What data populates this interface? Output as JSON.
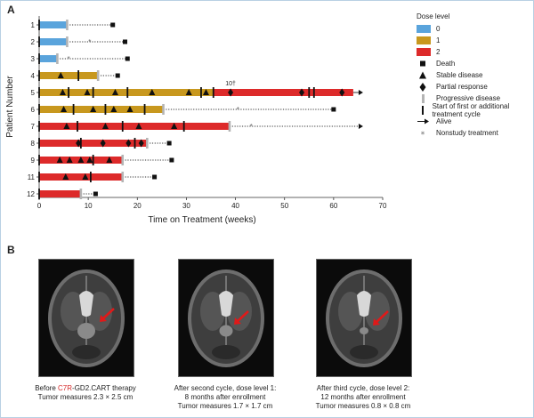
{
  "panels": {
    "a_label": "A",
    "b_label": "B"
  },
  "colors": {
    "level0": "#5aa4dc",
    "level1": "#c8981e",
    "level2": "#dd2a2a",
    "marker": "#111111",
    "pd": "#b4b4b4",
    "arrow": "#e01919"
  },
  "legend": {
    "title": "Dose level",
    "items": [
      {
        "label": "0",
        "sym": "swatch",
        "color": "#5aa4dc"
      },
      {
        "label": "1",
        "sym": "swatch",
        "color": "#c8981e"
      },
      {
        "label": "2",
        "sym": "swatch",
        "color": "#dd2a2a"
      },
      {
        "label": "Death",
        "sym": "square"
      },
      {
        "label": "Stable disease",
        "sym": "triangle"
      },
      {
        "label": "Partial response",
        "sym": "diamond"
      },
      {
        "label": "Progressive disease",
        "sym": "greybar"
      },
      {
        "label": "Start of first or additional treatment cycle",
        "sym": "blackbar"
      },
      {
        "label": "Alive",
        "sym": "arrow"
      },
      {
        "label": "Nonstudy treatment",
        "sym": "star"
      }
    ]
  },
  "chart_data": {
    "type": "swimmer",
    "xlabel": "Time on Treatment (weeks)",
    "ylabel": "Patient Number",
    "xlim": [
      0,
      70
    ],
    "xticks": [
      0,
      10,
      20,
      30,
      40,
      50,
      60,
      70
    ],
    "annotation": {
      "patient": 5,
      "x": 39,
      "text": "10†"
    },
    "patients": [
      {
        "id": "1",
        "segments": [
          {
            "level": 0,
            "start": 0,
            "end": 5.7
          }
        ],
        "cycles": [
          0
        ],
        "sd": [],
        "pr": [],
        "pd": [
          5.7
        ],
        "dotted_to": 15,
        "star": [],
        "death": 15,
        "alive": false
      },
      {
        "id": "2",
        "segments": [
          {
            "level": 0,
            "start": 0,
            "end": 5.7
          }
        ],
        "cycles": [
          0
        ],
        "sd": [],
        "pr": [],
        "pd": [
          5.7
        ],
        "dotted_to": 17.5,
        "star": [
          10.3
        ],
        "death": 17.5,
        "alive": false
      },
      {
        "id": "3",
        "segments": [
          {
            "level": 0,
            "start": 0,
            "end": 3.7
          }
        ],
        "cycles": [
          0
        ],
        "sd": [],
        "pr": [],
        "pd": [
          3.7
        ],
        "dotted_to": 18,
        "star": [
          6
        ],
        "death": 18,
        "alive": false
      },
      {
        "id": "4",
        "segments": [
          {
            "level": 1,
            "start": 0,
            "end": 12
          }
        ],
        "cycles": [
          0,
          8
        ],
        "sd": [
          4.4
        ],
        "pr": [],
        "pd": [
          12
        ],
        "dotted_to": 16,
        "star": [],
        "death": 16,
        "alive": false
      },
      {
        "id": "5",
        "segments": [
          {
            "level": 1,
            "start": 0,
            "end": 35.5
          },
          {
            "level": 2,
            "start": 35.5,
            "end": 64
          }
        ],
        "cycles": [
          0,
          6,
          11,
          18,
          33,
          35.5,
          55,
          56
        ],
        "sd": [
          4.8,
          9.8,
          15.5,
          23,
          30.5,
          34
        ],
        "pr": [
          39,
          53.5,
          61.7
        ],
        "pd": [],
        "dotted_to": null,
        "star": [],
        "death": null,
        "alive": true,
        "arrow_to": 66
      },
      {
        "id": "6",
        "segments": [
          {
            "level": 1,
            "start": 0,
            "end": 25.3
          }
        ],
        "cycles": [
          0,
          7,
          13.5,
          21.5
        ],
        "sd": [
          5,
          11,
          15.2,
          18.5
        ],
        "pr": [],
        "pd": [
          25.3
        ],
        "dotted_to": 60,
        "star": [
          40.5
        ],
        "death": 60,
        "alive": false
      },
      {
        "id": "7",
        "segments": [
          {
            "level": 2,
            "start": 0,
            "end": 38.8
          }
        ],
        "cycles": [
          0,
          7.8,
          17,
          29.5
        ],
        "sd": [
          5.6,
          13.5,
          20.3,
          27.5
        ],
        "pr": [],
        "pd": [
          38.8
        ],
        "dotted_to": null,
        "star": [
          43.2
        ],
        "death": null,
        "alive": true,
        "arrow_to": 66
      },
      {
        "id": "8",
        "segments": [
          {
            "level": 2,
            "start": 0,
            "end": 22
          }
        ],
        "cycles": [
          0,
          8.5,
          19.5
        ],
        "sd": [],
        "pr": [
          8,
          13,
          18.2,
          20.8
        ],
        "pd": [
          22
        ],
        "dotted_to": 26.5,
        "star": [],
        "death": 26.5,
        "alive": false
      },
      {
        "id": "9",
        "segments": [
          {
            "level": 2,
            "start": 0,
            "end": 17
          }
        ],
        "cycles": [
          0,
          11
        ],
        "sd": [
          4.2,
          6.2,
          8.5,
          10.3,
          14.3
        ],
        "pr": [],
        "pd": [
          17
        ],
        "dotted_to": 27,
        "star": [],
        "death": 27,
        "alive": false
      },
      {
        "id": "11",
        "segments": [
          {
            "level": 2,
            "start": 0,
            "end": 17
          }
        ],
        "cycles": [
          0,
          10.5
        ],
        "sd": [
          5.4,
          9.4
        ],
        "pr": [],
        "pd": [
          17
        ],
        "dotted_to": 23.5,
        "star": [],
        "death": 23.5,
        "alive": false
      },
      {
        "id": "12",
        "segments": [
          {
            "level": 2,
            "start": 0,
            "end": 8.5
          }
        ],
        "cycles": [
          0
        ],
        "sd": [],
        "pr": [],
        "pd": [
          8.5
        ],
        "dotted_to": 11.5,
        "star": [],
        "death": 11.5,
        "alive": false
      }
    ]
  },
  "scans": [
    {
      "caption_pre": "Before ",
      "caption_highlight": "C7R",
      "caption_post": "-GD2.CART therapy",
      "line2": "Tumor measures 2.3 × 2.5 cm",
      "line3": ""
    },
    {
      "caption_pre": "After second cycle, dose level 1:",
      "caption_highlight": "",
      "caption_post": "",
      "line2": "8 months after enrollment",
      "line3": "Tumor measures 1.7 × 1.7 cm"
    },
    {
      "caption_pre": "After third cycle, dose level 2:",
      "caption_highlight": "",
      "caption_post": "",
      "line2": "12 months after enrollment",
      "line3": "Tumor measures 0.8 × 0.8 cm"
    }
  ]
}
